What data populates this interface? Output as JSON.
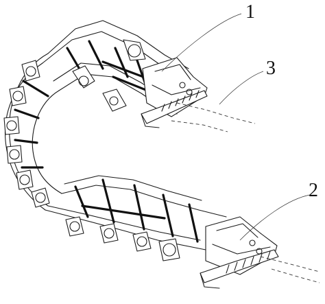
{
  "figure": {
    "callouts": [
      {
        "id": "1",
        "text": "1"
      },
      {
        "id": "2",
        "text": "2"
      },
      {
        "id": "3",
        "text": "3"
      }
    ],
    "colors": {
      "ink": "#1a1a1a",
      "background": "#ffffff"
    }
  }
}
